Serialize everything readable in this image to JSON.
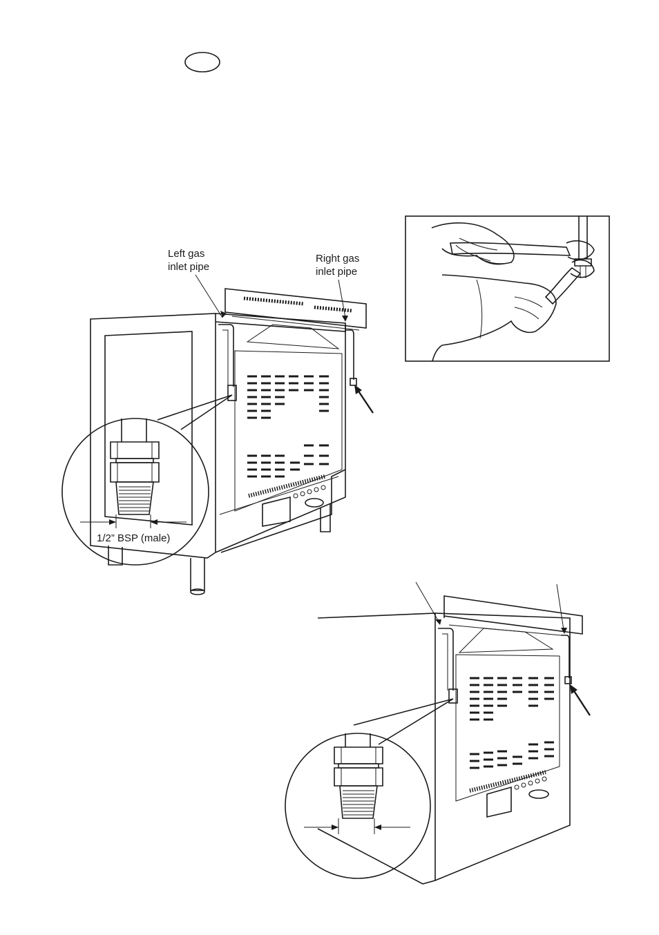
{
  "labels": {
    "left_gas_inlet_pipe_line1": "Left gas",
    "left_gas_inlet_pipe_line2": "inlet pipe",
    "right_gas_inlet_pipe_line1": "Right gas",
    "right_gas_inlet_pipe_line2": "inlet pipe",
    "bsp_male": "1/2” BSP (male)"
  }
}
